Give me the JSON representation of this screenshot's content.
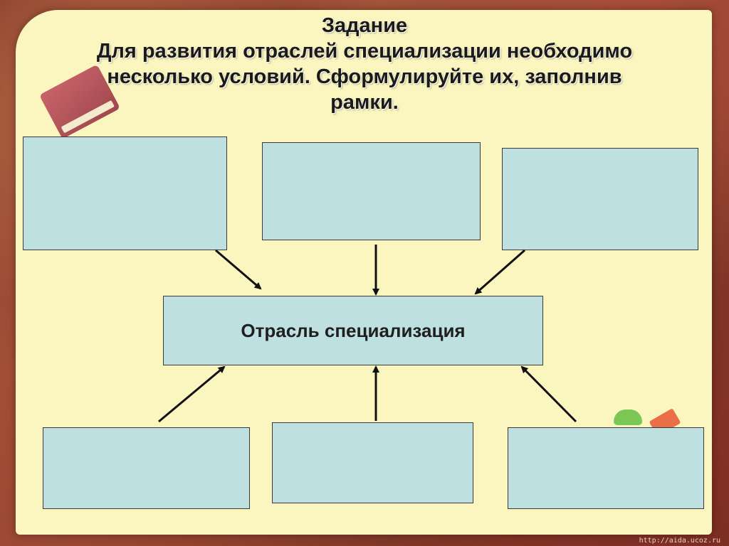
{
  "title": {
    "heading": "Задание",
    "line1": "Для развития отраслей специализации необходимо",
    "line2": "несколько условий. Сформулируйте их, заполнив",
    "line3": "рамки."
  },
  "diagram": {
    "center_label": "Отрасль специализация",
    "top_boxes": [
      "",
      "",
      ""
    ],
    "bottom_boxes": [
      "",
      "",
      ""
    ]
  },
  "footer": {
    "url": "http://aida.ucoz.ru"
  },
  "colors": {
    "box_fill": "#bfe0e1",
    "paper": "#fbf6bf",
    "arrow": "#111111"
  }
}
